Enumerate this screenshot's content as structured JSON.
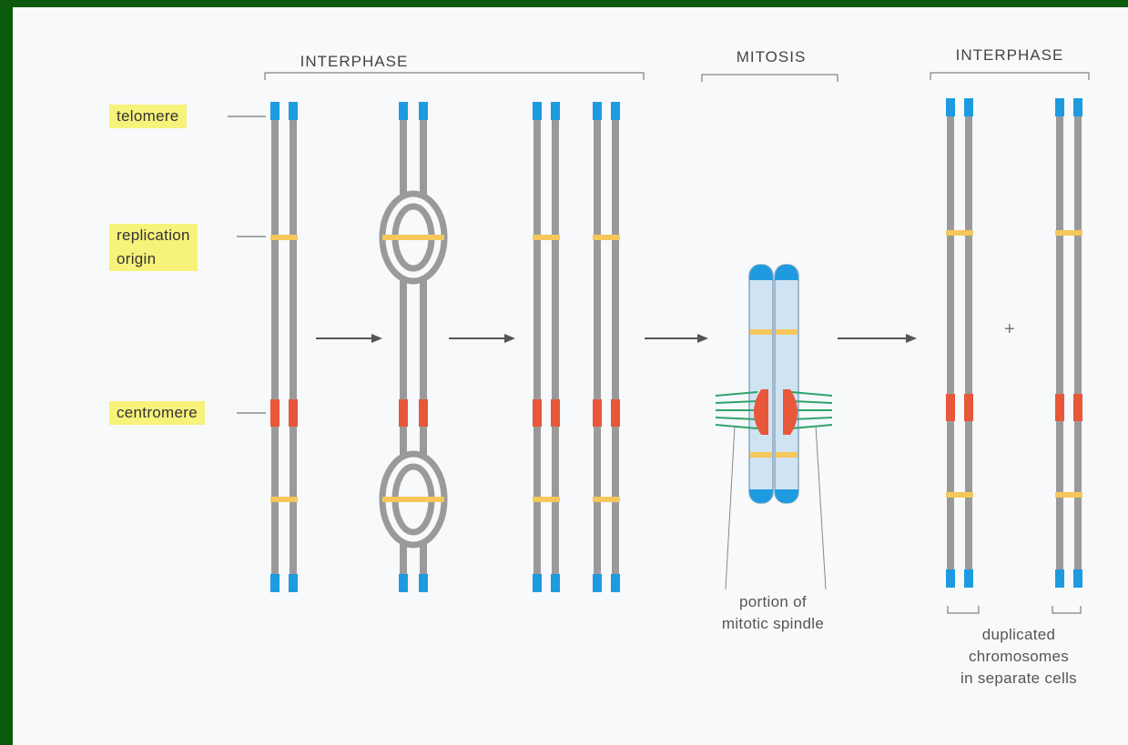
{
  "phases": {
    "interphase_1": "INTERPHASE",
    "mitosis": "MITOSIS",
    "interphase_2": "INTERPHASE"
  },
  "labels": {
    "telomere": "telomere",
    "replication_origin_line1": "replication",
    "replication_origin_line2": "origin",
    "centromere": "centromere"
  },
  "captions": {
    "spindle_line1": "portion of",
    "spindle_line2": "mitotic spindle",
    "duplicated_line1": "duplicated",
    "duplicated_line2": "chromosomes",
    "duplicated_line3": "in separate cells"
  },
  "plus_sign": "+",
  "colors": {
    "frame": "#0b5a0b",
    "background": "#f7f9fb",
    "label_highlight": "#f7f27a",
    "chromatid_gray": "#9a9a9a",
    "telomere_blue": "#1e9be0",
    "origin_yellow": "#f6c75a",
    "centromere_red": "#e8573a",
    "spindle_green": "#2fa36b",
    "mitotic_chromosome_fill": "#cfe3f3"
  }
}
